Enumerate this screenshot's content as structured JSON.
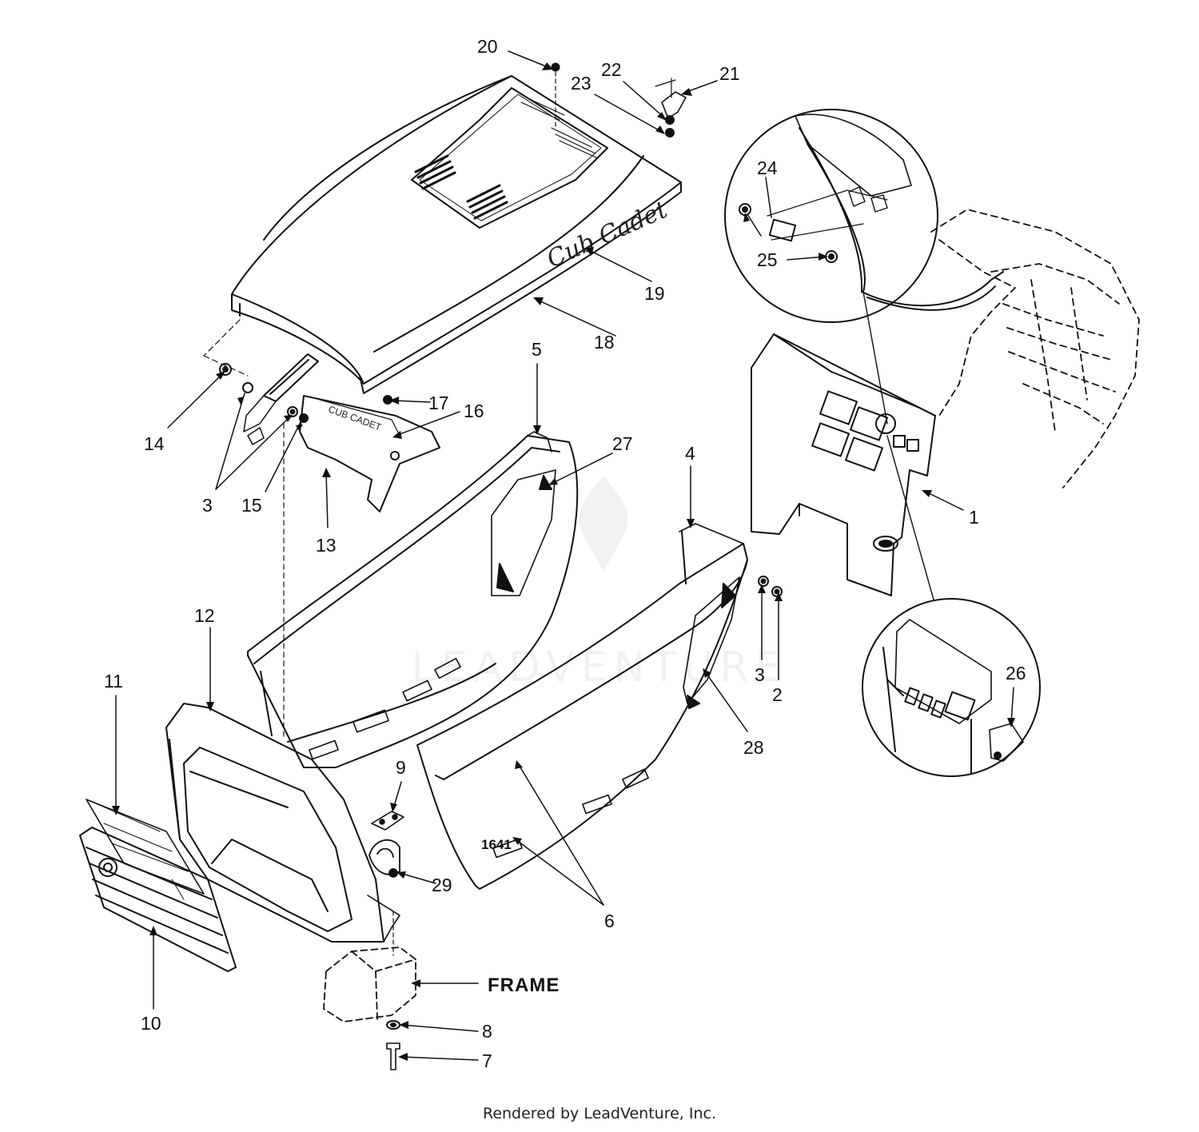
{
  "callouts": {
    "c1": "1",
    "c2": "2",
    "c3a": "3",
    "c3b": "3",
    "c4": "4",
    "c5": "5",
    "c6": "6",
    "c7": "7",
    "c8": "8",
    "c9": "9",
    "c10": "10",
    "c11": "11",
    "c12": "12",
    "c13": "13",
    "c14": "14",
    "c15": "15",
    "c16": "16",
    "c17": "17",
    "c18": "18",
    "c19": "19",
    "c20": "20",
    "c21": "21",
    "c22": "22",
    "c23": "23",
    "c24": "24",
    "c25": "25",
    "c26": "26",
    "c27": "27",
    "c28": "28",
    "c29": "29"
  },
  "labels": {
    "frame": "FRAME",
    "hood_logo": "Cub Cadet",
    "bracket_text": "CUB CADET",
    "model_number": "1641"
  },
  "watermark": "LEADVENTURE",
  "footer": "Rendered by LeadVenture, Inc.",
  "colors": {
    "ink": "#111111",
    "background": "#ffffff"
  }
}
